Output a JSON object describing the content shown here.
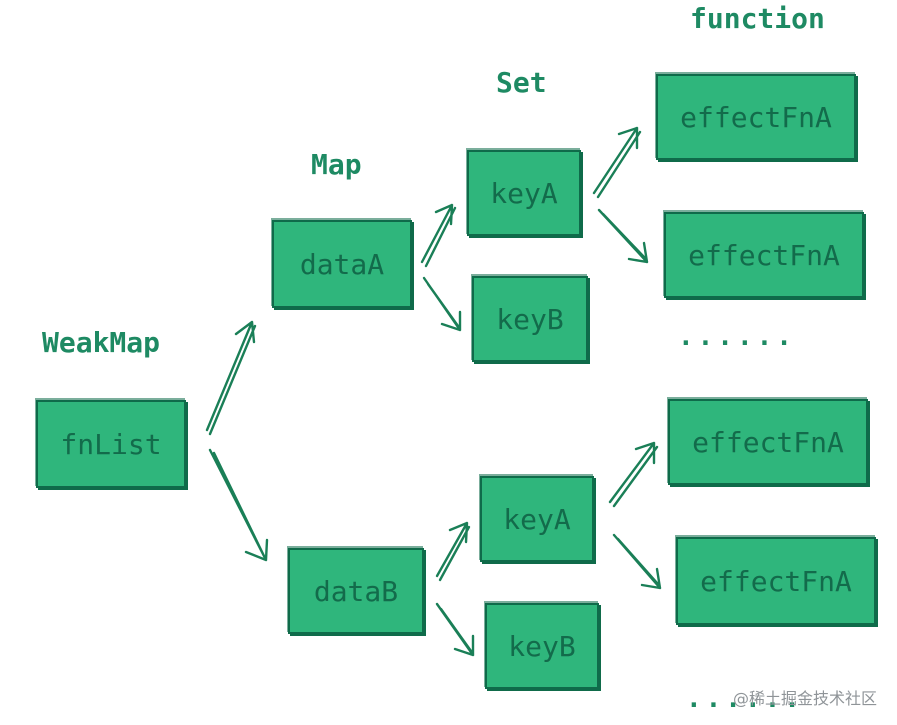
{
  "headings": {
    "weakmap": "WeakMap",
    "map": "Map",
    "set": "Set",
    "function": "function"
  },
  "nodes": {
    "fnlist": "fnList",
    "data_a": "dataA",
    "data_b": "dataB",
    "key_a_top": "keyA",
    "key_b_top": "keyB",
    "key_a_bottom": "keyA",
    "key_b_bottom": "keyB",
    "effect_1": "effectFnA",
    "effect_2": "effectFnA",
    "effect_3": "effectFnA",
    "effect_4": "effectFnA"
  },
  "ellipsis": {
    "middle": "......",
    "bottom": "......"
  },
  "watermark": "@稀土掘金技术社区",
  "colors": {
    "box_fill": "#2fb67c",
    "box_stroke": "#0f6b4a",
    "text": "#1e8a63",
    "arrow": "#1a7f57"
  }
}
